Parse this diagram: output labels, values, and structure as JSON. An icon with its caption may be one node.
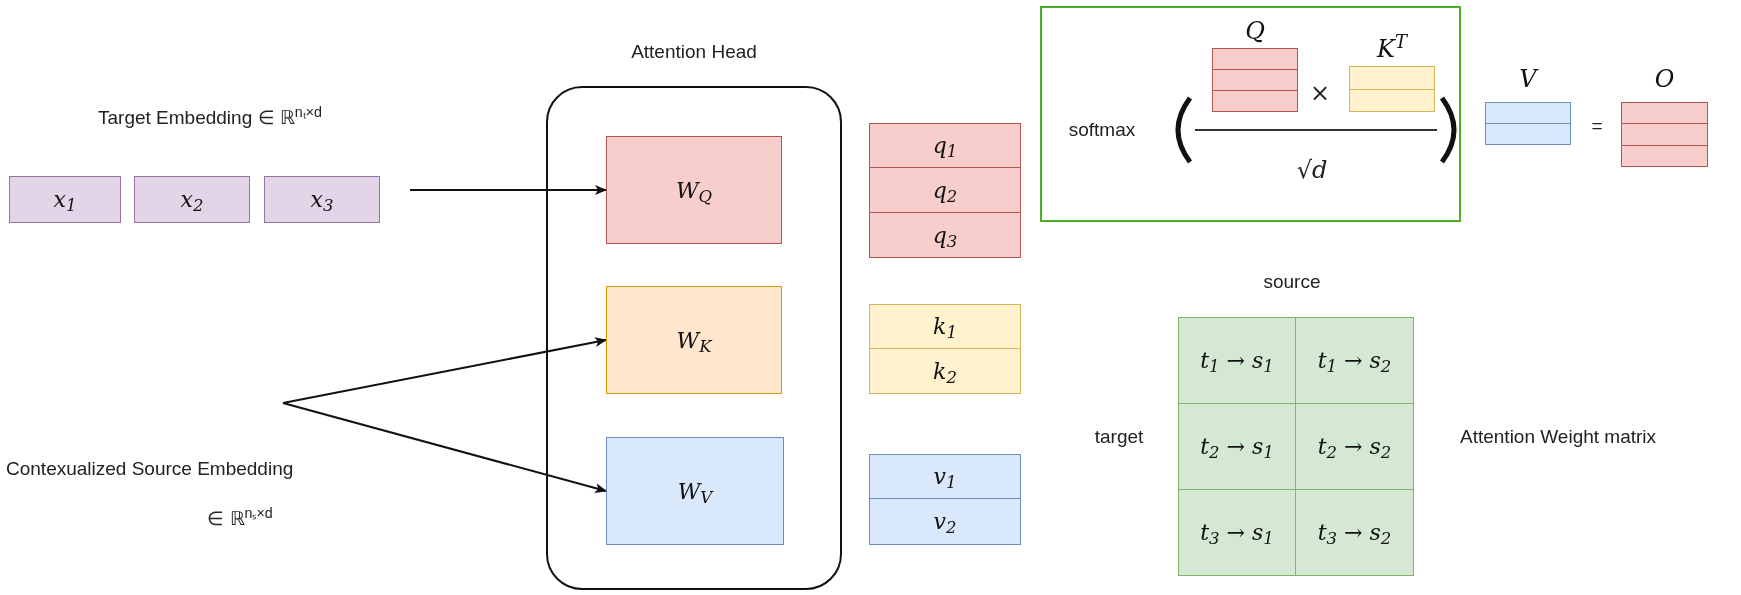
{
  "diagram": {
    "nodes": [
      {
        "text": [
          "x$_{1}$"
        ]
      },
      {
        "text": [
          "x$_{2}$"
        ]
      },
      {
        "text": [
          "x$_{3}$"
        ]
      },
      {
        "text": [
          "Attention Head"
        ]
      },
      {
        "text": [
          "W$_{Q}$"
        ],
        "in": 3
      },
      {
        "text": [
          "W$_{K}$"
        ],
        "in": 3
      },
      {
        "text": [
          "W$_{V}$"
        ],
        "in": 3
      },
      {
        "text": [
          "q$_{1}$"
        ]
      },
      {
        "text": [
          "q$_{2}$"
        ]
      },
      {
        "text": [
          "q$_{3}$"
        ]
      },
      {
        "text": [
          "k$_{1}$"
        ]
      },
      {
        "text": [
          "k$_{2}$"
        ]
      },
      {
        "text": [
          "v$_{1}$"
        ]
      },
      {
        "text": [
          "v$_{2}$"
        ]
      },
      {
        "text": [
          "softmax",
          "×",
          "√d"
        ]
      },
      {
        "text": [
          "Q"
        ],
        "in": 14
      },
      {
        "text": [
          "K$^{T}$"
        ],
        "in": 14
      },
      {
        "text": [
          "V"
        ]
      },
      {
        "text": [
          "O"
        ]
      },
      {
        "text": [
          "t$_{1}$ → s$_{1}$"
        ]
      },
      {
        "text": [
          "t$_{1}$ → s$_{2}$"
        ]
      },
      {
        "text": [
          "t$_{2}$ → s$_{1}$"
        ]
      },
      {
        "text": [
          "t$_{2}$ → s$_{2}$"
        ]
      },
      {
        "text": [
          "t$_{3}$ → s$_{1}$"
        ]
      },
      {
        "text": [
          "t$_{3}$ → s$_{2}$"
        ]
      }
    ],
    "edges": [
      {
        "from": null,
        "to": 4,
        "arrow": "to"
      },
      {
        "from": null,
        "to": 5,
        "arrow": "to"
      },
      {
        "from": null,
        "to": 6,
        "arrow": "to"
      }
    ],
    "labels": [
      "Target Embedding ∈ ℝ$^{nₜ×d}$",
      "Contexualized Source Embedding",
      "∈ ℝ$^{nₛ×d}$",
      "=",
      "source",
      "target",
      "Attention Weight matrix"
    ]
  }
}
